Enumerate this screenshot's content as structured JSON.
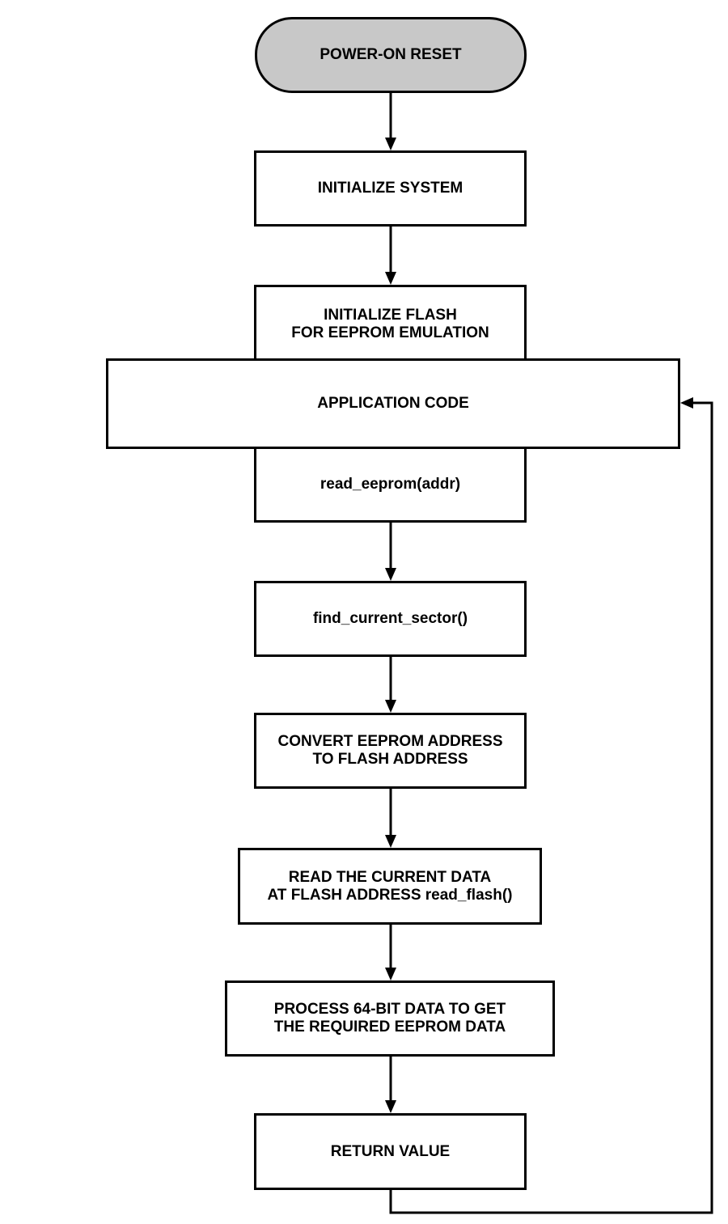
{
  "diagram": {
    "nodes": [
      {
        "id": "power-on-reset",
        "label": "POWER-ON RESET",
        "shape": "terminal",
        "fill": "#c8c8c8"
      },
      {
        "id": "initialize-system",
        "label": "INITIALIZE SYSTEM",
        "shape": "process"
      },
      {
        "id": "initialize-flash",
        "label": "INITIALIZE FLASH\nFOR EEPROM EMULATION",
        "shape": "process"
      },
      {
        "id": "application-code",
        "label": "APPLICATION CODE",
        "shape": "process"
      },
      {
        "id": "read-eeprom",
        "label": "read_eeprom(addr)",
        "shape": "process"
      },
      {
        "id": "find-current-sector",
        "label": "find_current_sector()",
        "shape": "process"
      },
      {
        "id": "convert-address",
        "label": "CONVERT EEPROM ADDRESS\nTO FLASH ADDRESS",
        "shape": "process"
      },
      {
        "id": "read-current-data",
        "label": "READ THE CURRENT DATA\nAT FLASH ADDRESS read_flash()",
        "shape": "process"
      },
      {
        "id": "process-64bit",
        "label": "PROCESS 64-BIT DATA TO GET\nTHE REQUIRED EEPROM DATA",
        "shape": "process"
      },
      {
        "id": "return-value",
        "label": "RETURN VALUE",
        "shape": "process"
      }
    ],
    "edges": [
      {
        "from": "power-on-reset",
        "to": "initialize-system"
      },
      {
        "from": "initialize-system",
        "to": "initialize-flash"
      },
      {
        "from": "read-eeprom",
        "to": "find-current-sector"
      },
      {
        "from": "find-current-sector",
        "to": "convert-address"
      },
      {
        "from": "convert-address",
        "to": "read-current-data"
      },
      {
        "from": "read-current-data",
        "to": "process-64bit"
      },
      {
        "from": "process-64bit",
        "to": "return-value"
      },
      {
        "from": "return-value",
        "to": "application-code",
        "route": "loop-right"
      }
    ]
  }
}
